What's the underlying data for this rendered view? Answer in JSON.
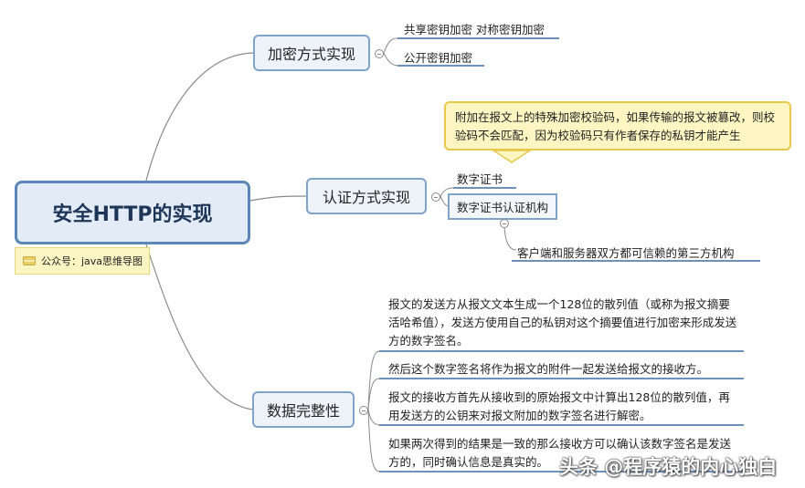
{
  "root": {
    "title": "安全HTTP的实现"
  },
  "badge": {
    "label": "公众号：java思维导图"
  },
  "branches": {
    "encryption": {
      "label": "加密方式实现",
      "leaves": [
        "共享密钥加密 对称密钥加密",
        "公开密钥加密"
      ]
    },
    "authentication": {
      "label": "认证方式实现",
      "callout": "附加在报文上的特殊加密校验码，如果传输的报文被篡改，则校验码不会匹配，因为校验码只有作者保存的私钥才能产生",
      "leaves": [
        "数字证书",
        "数字证书认证机构"
      ],
      "sub_leaf": "客户端和服务器双方都可信赖的第三方机构"
    },
    "integrity": {
      "label": "数据完整性",
      "paragraphs": [
        "报文的发送方从报文文本生成一个128位的散列值（或称为报文摘要活哈希值），发送方使用自己的私钥对这个摘要值进行加密来形成发送方的数字签名。",
        "然后这个数字签名将作为报文的附件一起发送给报文的接收方。",
        "报文的接收方首先从接收到的原始报文中计算出128位的散列值，再用发送方的公钥来对报文附加的数字签名进行解密。",
        "如果两次得到的结果是一致的那么接收方可以确认该数字签名是发送方的，同时确认信息是真实的。"
      ]
    }
  },
  "watermark": "头条 @程序猿的内心独白",
  "colors": {
    "line": "#8a8a8a",
    "node_border": "#7fa3c9",
    "leaf_underline": "#3a6ea5",
    "callout_fill": "#fdf6c3"
  }
}
